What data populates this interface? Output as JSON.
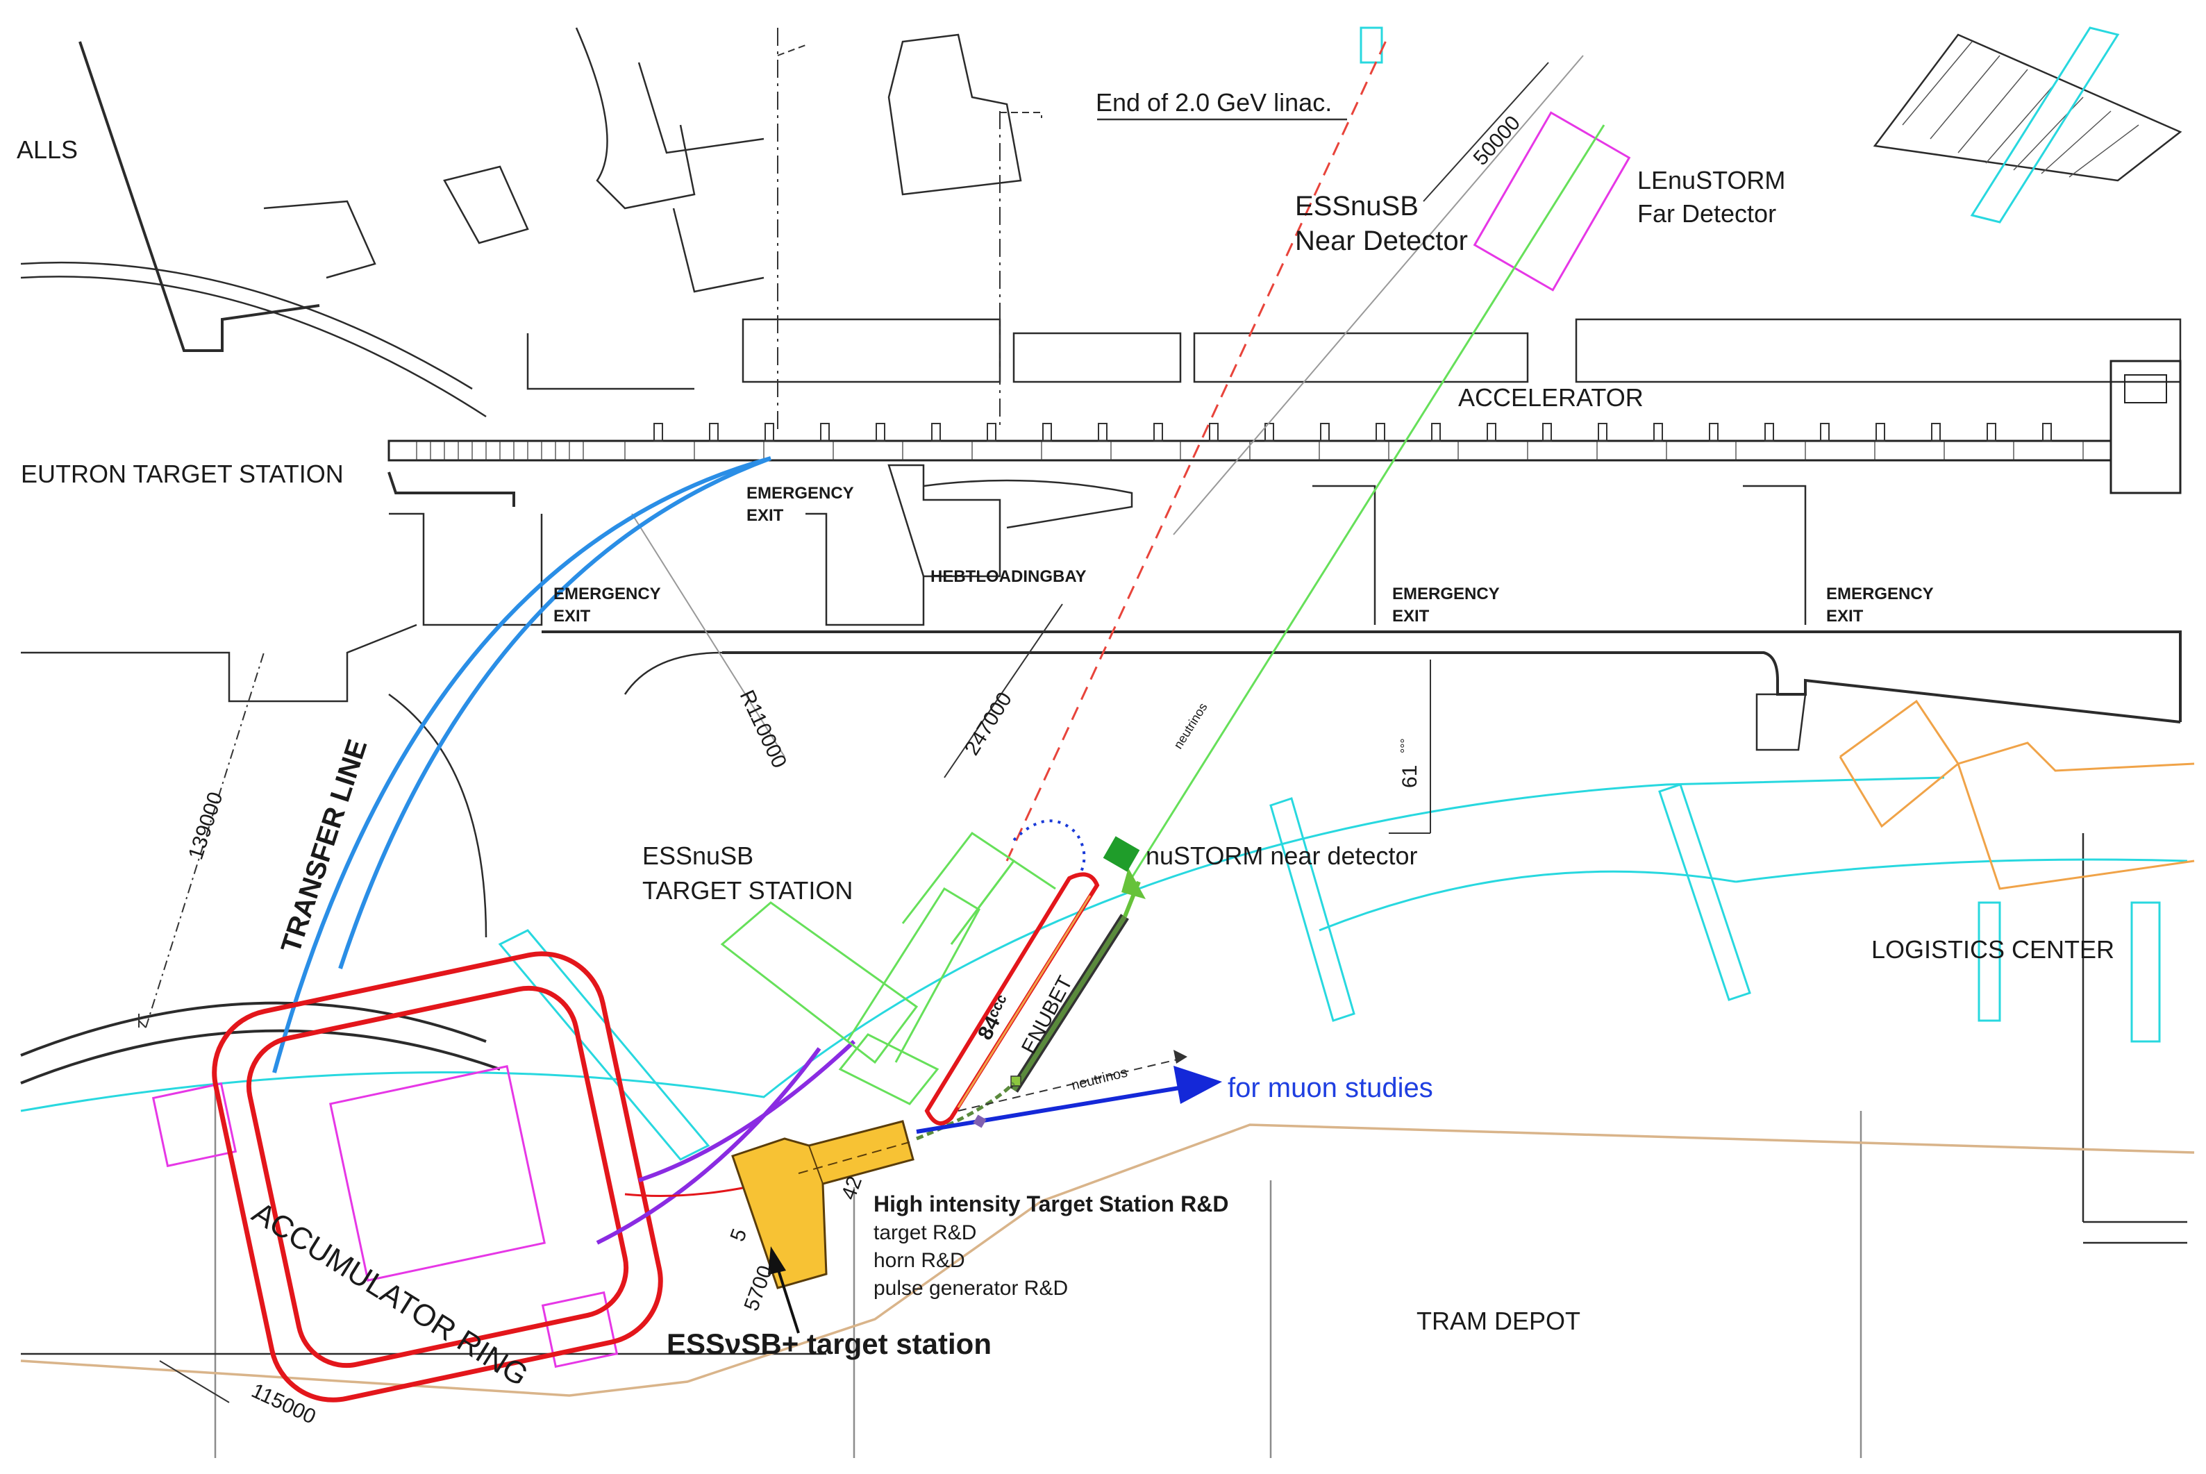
{
  "labels": {
    "end_linac": "End of 2.0 GeV linac.",
    "walls": "ALLS",
    "neutron_target_station": "EUTRON  TARGET STATION",
    "accelerator": "ACCELERATOR",
    "essnusb_near_detector_1": "ESSnuSB",
    "essnusb_near_detector_2": "Near Detector",
    "lenustorm_far_1": "LEnuSTORM",
    "lenustorm_far_2": "Far Detector",
    "emergency_exit_1": "EMERGENCY",
    "exit_word": "EXIT",
    "hebt_loading_bay": "HEBTLOADINGBAY",
    "transfer_line": "TRANSFER LINE",
    "essnusb_target_1": "ESSnuSB",
    "essnusb_target_2": "TARGET STATION",
    "nustorm_near_detector": "nuSTORM near detector",
    "enubet": "ENUBET",
    "ring_length": "84ᶜᶜᶜ",
    "neutrinos": "neutrinos",
    "for_muon_studies": "for muon studies",
    "logistics_center": "LOGISTICS CENTER",
    "accumulator_ring": "ACCUMULATOR RING",
    "high_intensity_title": "High intensity Target Station R&D",
    "target_rd": "target R&D",
    "horn_rd": "horn R&D",
    "pulse_rd": "pulse generator R&D",
    "essnusb_plus_target": "ESSνSB+ target station",
    "tram_depot": "TRAM  DEPOT"
  },
  "dimensions": {
    "d50000": "50000",
    "d247000": "247000",
    "d139000": "139000",
    "r110000": "R110000",
    "d61": "61",
    "d61_sub": "°°°",
    "d115000": "115000",
    "d42": "42",
    "d5700": "5700",
    "d5": "5"
  },
  "colors": {
    "accumulator_ring": "#e3161b",
    "transfer_line": "#2a8ee6",
    "purple_line": "#8a2be2",
    "green_beamline": "#66e05a",
    "muon_arrow": "#1428d8",
    "muon_text": "#1f3fe0",
    "target_station_fill": "#f7c234",
    "near_detector_fill": "#1f9d2a",
    "red_dashed": "#e8443b",
    "cyan_building": "#28d8df",
    "magenta_building": "#e637e6",
    "tan_boundary": "#d9b48a",
    "orange_building": "#f0a348"
  }
}
